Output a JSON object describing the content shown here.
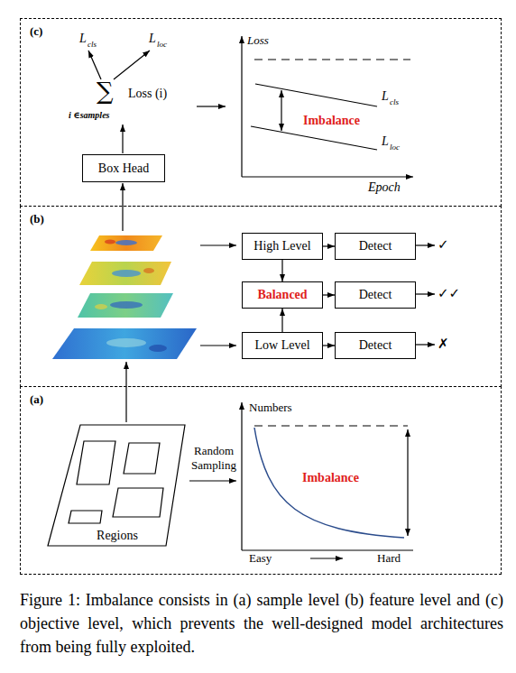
{
  "diagram": {
    "caption": "Figure 1: Imbalance consists in (a) sample level (b) feature level and (c) objective level, which prevents the well-designed model architectures from being fully exploited.",
    "nodes": [
      {
        "text": [
          "(c)"
        ]
      },
      {
        "text": [
          "Box Head"
        ],
        "in": 0
      },
      {
        "text": [
          "(b)"
        ]
      },
      {
        "text": [
          "High Level"
        ],
        "in": 2
      },
      {
        "text": [
          "Detect"
        ],
        "in": 2
      },
      {
        "text": [
          "Balanced"
        ],
        "in": 2
      },
      {
        "text": [
          "Detect"
        ],
        "in": 2
      },
      {
        "text": [
          "Low Level"
        ],
        "in": 2
      },
      {
        "text": [
          "Detect"
        ],
        "in": 2
      },
      {
        "text": [
          "(a)"
        ]
      },
      {
        "text": [
          "Regions"
        ],
        "in": 9
      }
    ],
    "edges": [
      {
        "from": 3,
        "to": 4,
        "arrow": "to"
      },
      {
        "from": 3,
        "to": 5,
        "arrow": "to"
      },
      {
        "from": 5,
        "to": 6,
        "arrow": "to"
      },
      {
        "from": 7,
        "to": 5,
        "arrow": "to"
      },
      {
        "from": 7,
        "to": 8,
        "arrow": "to"
      }
    ],
    "labels": [
      "L",
      "cls",
      "L",
      "loc",
      "∑",
      "Loss (i)",
      "i ∈samples",
      "Loss",
      "Imbalance",
      "L",
      "cls",
      "L",
      "loc",
      "Epoch",
      "✓",
      "✓✓",
      "✗",
      "Random Sampling",
      "Numbers",
      "Imbalance",
      "Easy",
      "Hard"
    ]
  }
}
